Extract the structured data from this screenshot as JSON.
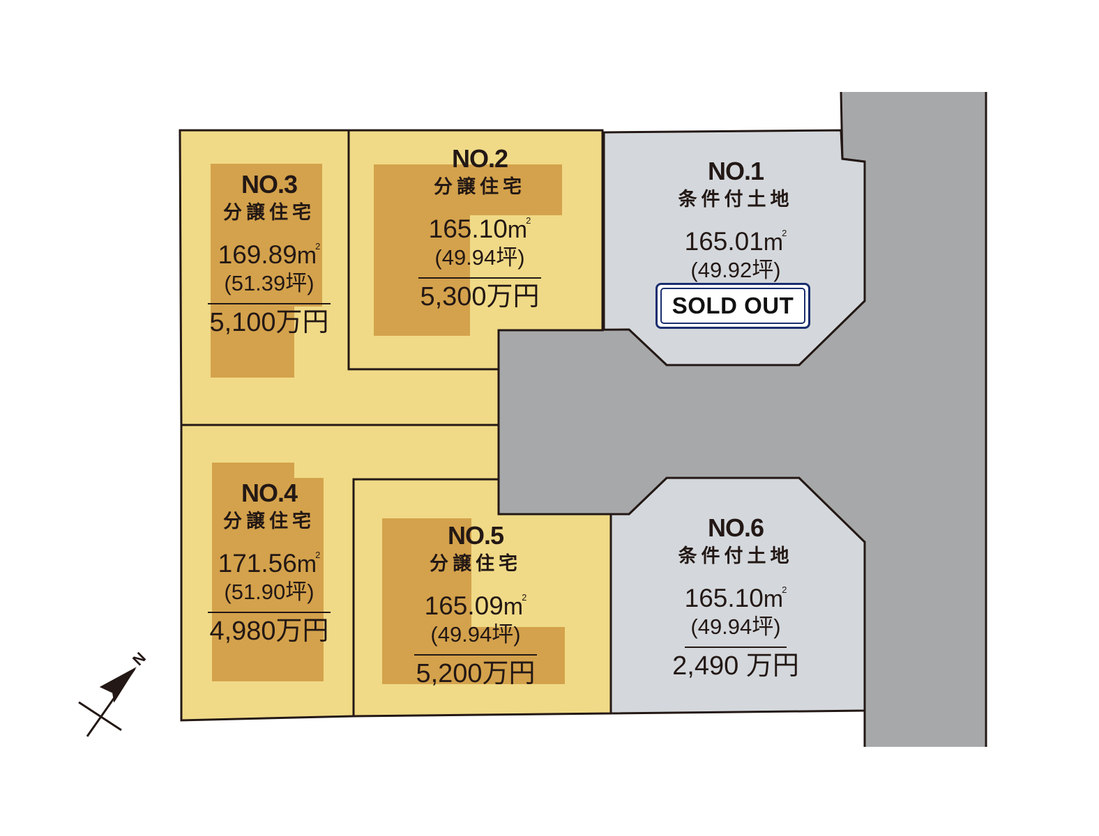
{
  "lots": [
    {
      "id": "lot-3",
      "no": "NO.3",
      "type": "分譲住宅",
      "area_value": "169.89",
      "area_unit": "m",
      "area_sup": "2",
      "tsubo": "(51.39坪)",
      "price": "5,100万円",
      "status": "available"
    },
    {
      "id": "lot-2",
      "no": "NO.2",
      "type": "分譲住宅",
      "area_value": "165.10",
      "area_unit": "m",
      "area_sup": "2",
      "tsubo": "(49.94坪)",
      "price": "5,300万円",
      "status": "available"
    },
    {
      "id": "lot-1",
      "no": "NO.1",
      "type": "条件付土地",
      "area_value": "165.01",
      "area_unit": "m",
      "area_sup": "2",
      "tsubo": "(49.92坪)",
      "price": "",
      "status": "sold"
    },
    {
      "id": "lot-4",
      "no": "NO.4",
      "type": "分譲住宅",
      "area_value": "171.56",
      "area_unit": "m",
      "area_sup": "2",
      "tsubo": "(51.90坪)",
      "price": "4,980万円",
      "status": "available"
    },
    {
      "id": "lot-5",
      "no": "NO.5",
      "type": "分譲住宅",
      "area_value": "165.09",
      "area_unit": "m",
      "area_sup": "2",
      "tsubo": "(49.94坪)",
      "price": "5,200万円",
      "status": "available"
    },
    {
      "id": "lot-6",
      "no": "NO.6",
      "type": "条件付土地",
      "area_value": "165.10",
      "area_unit": "m",
      "area_sup": "2",
      "tsubo": "(49.94坪)",
      "price": "2,490 万円",
      "status": "available"
    }
  ],
  "sold_out_label": "SOLD OUT",
  "compass": {
    "letter": "N",
    "icon": "north-arrow-icon"
  },
  "colors": {
    "house_lot": "#f0da87",
    "building": "#d4a24c",
    "land_lot": "#d4d8dc",
    "road": "#a7a8aa",
    "outline": "#231815",
    "sold_out_border": "#1a2e6e"
  }
}
